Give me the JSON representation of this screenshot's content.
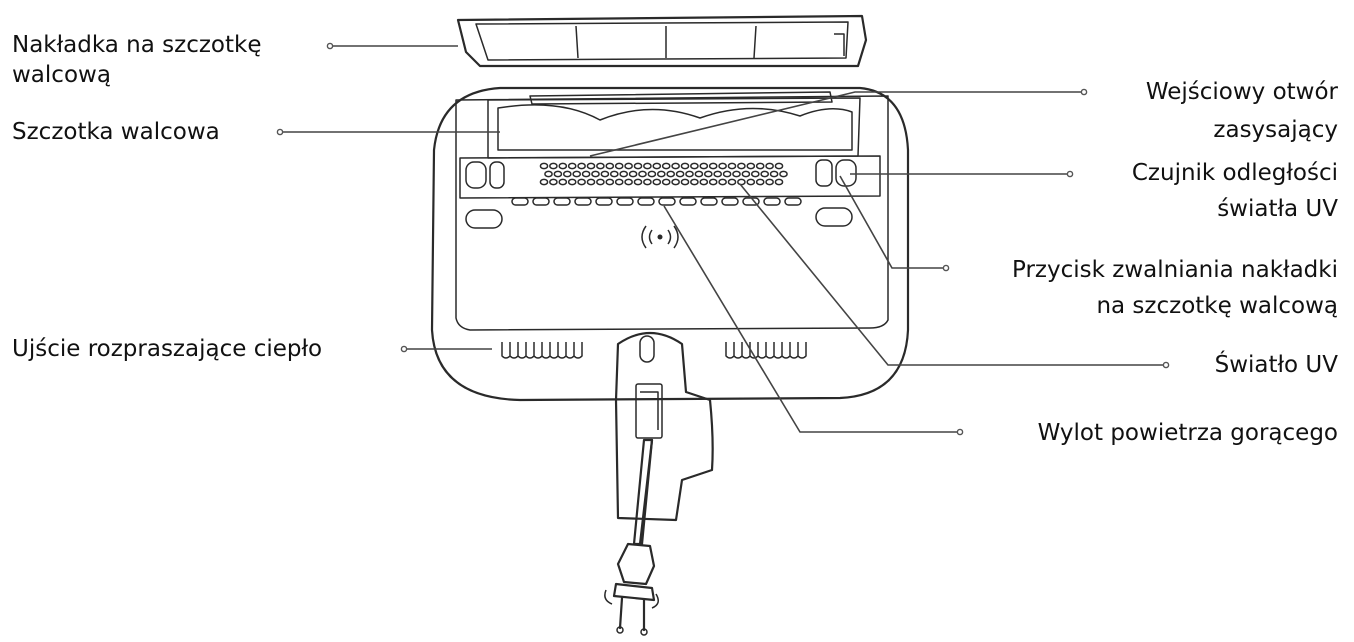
{
  "labels": {
    "brush_cover": [
      "Nakładka na szczotkę",
      "walcową"
    ],
    "roller_brush": "Szczotka walcowa",
    "heat_vent": "Ujście rozpraszające ciepło",
    "suction_inlet": [
      "Wejściowy otwór",
      "zasysający"
    ],
    "uv_distance_sensor": [
      "Czujnik odległości",
      "światła UV"
    ],
    "cover_release_button": [
      "Przycisk zwalniania nakładki",
      "na szczotkę walcową"
    ],
    "uv_light": "Światło UV",
    "hot_air_outlet": "Wylot powietrza gorącego"
  },
  "icons": {
    "wireless": "wireless-signal-icon",
    "plug": "power-plug-icon"
  }
}
